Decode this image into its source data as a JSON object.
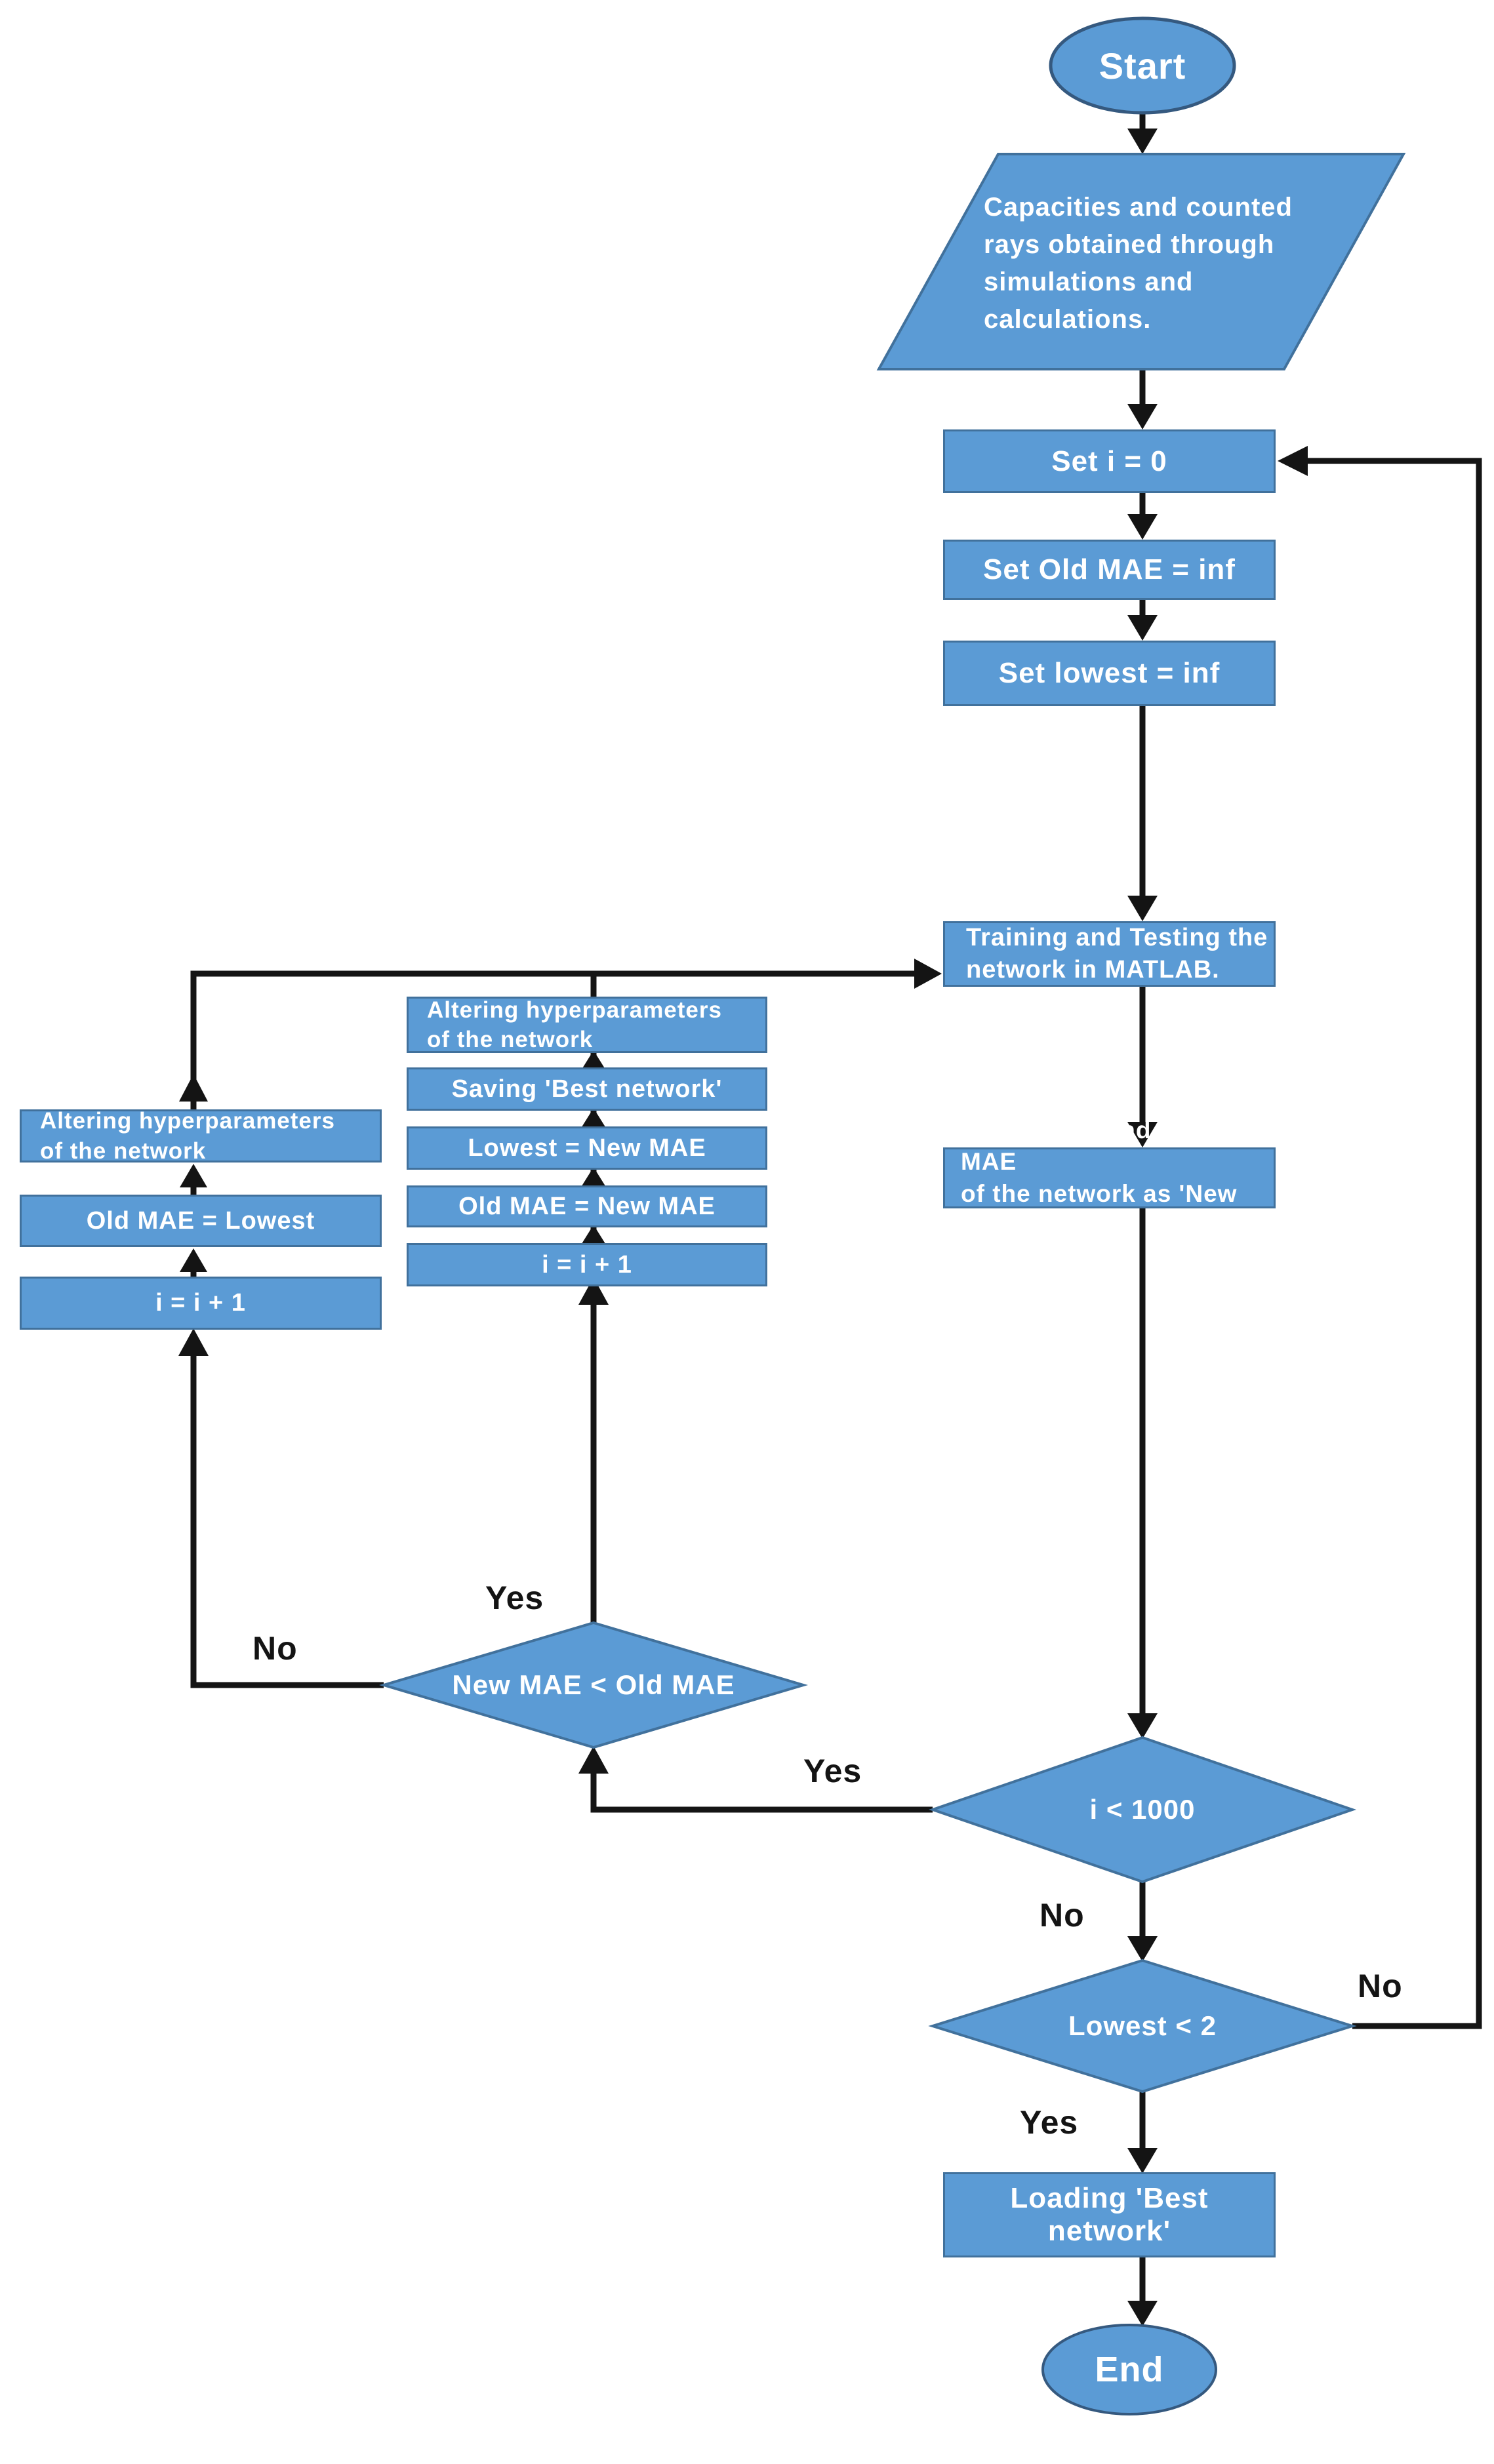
{
  "diagram": {
    "kind": "flowchart",
    "colors": {
      "node_fill": "#5b9bd5",
      "node_border": "#41719c",
      "connector": "#141414",
      "node_text": "#ffffff",
      "branch_text": "#141414",
      "background": "#ffffff"
    },
    "nodes": {
      "start": {
        "shape": "ellipse",
        "label": "Start"
      },
      "input": {
        "shape": "parallelogram",
        "line1": "Capacities and counted",
        "line2": "rays obtained through",
        "line3": "simulations and",
        "line4": "calculations."
      },
      "set_i": {
        "shape": "process",
        "label": "Set i = 0"
      },
      "set_old_mae": {
        "shape": "process",
        "label": "Set Old MAE = inf"
      },
      "set_lowest": {
        "shape": "process",
        "label": "Set lowest = inf"
      },
      "training": {
        "shape": "process",
        "line1": "Training and Testing the",
        "line2": "network in MATLAB."
      },
      "calculating": {
        "shape": "process",
        "line1": "Calculating and saving MAE",
        "line2": "of the network as 'New MAE'"
      },
      "i_check": {
        "shape": "decision",
        "label": "i < 1000"
      },
      "lowest_check": {
        "shape": "decision",
        "label": "Lowest < 2"
      },
      "loading": {
        "shape": "process",
        "label": "Loading 'Best network'"
      },
      "end": {
        "shape": "ellipse",
        "label": "End"
      },
      "mae_check": {
        "shape": "decision",
        "label": "New MAE < Old MAE"
      },
      "mid_increment": {
        "shape": "process",
        "label": "i = i + 1"
      },
      "mid_old_mae": {
        "shape": "process",
        "label": "Old MAE = New MAE"
      },
      "mid_lowest": {
        "shape": "process",
        "label": "Lowest = New MAE"
      },
      "mid_saving": {
        "shape": "process",
        "label": "Saving 'Best network'"
      },
      "mid_altering": {
        "shape": "process",
        "line1": "Altering hyperparameters",
        "line2": "of the network"
      },
      "left_increment": {
        "shape": "process",
        "label": "i = i + 1"
      },
      "left_old_mae": {
        "shape": "process",
        "label": "Old MAE = Lowest"
      },
      "left_altering": {
        "shape": "process",
        "line1": "Altering hyperparameters",
        "line2": "of the network"
      }
    },
    "branch_labels": {
      "mae_yes": "Yes",
      "mae_no": "No",
      "i_yes": "Yes",
      "i_no": "No",
      "lowest_yes": "Yes",
      "lowest_no": "No"
    }
  }
}
